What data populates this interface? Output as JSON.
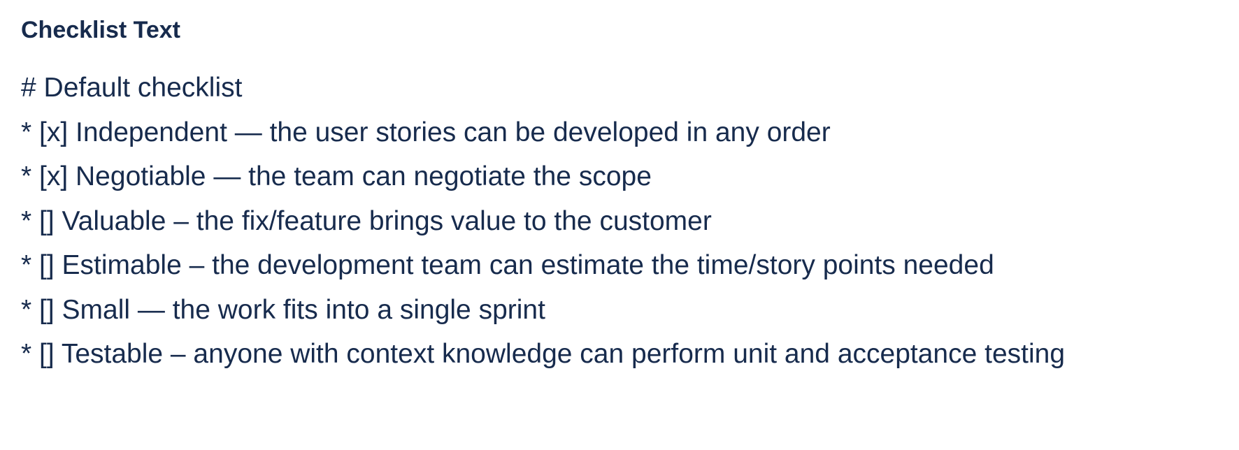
{
  "colors": {
    "text": "#172B4D",
    "background": "#FFFFFF"
  },
  "field": {
    "label": "Checklist Text"
  },
  "checklist": {
    "lines": [
      "# Default checklist",
      "* [x] Independent — the user stories can be developed in any order",
      "* [x] Negotiable — the team can negotiate the scope",
      "* [] Valuable – the fix/feature brings value to the customer",
      "* [] Estimable – the development team can estimate the time/story points needed",
      "* [] Small — the work fits into a single sprint",
      "* [] Testable – anyone with context knowledge can perform unit and acceptance testing"
    ]
  }
}
